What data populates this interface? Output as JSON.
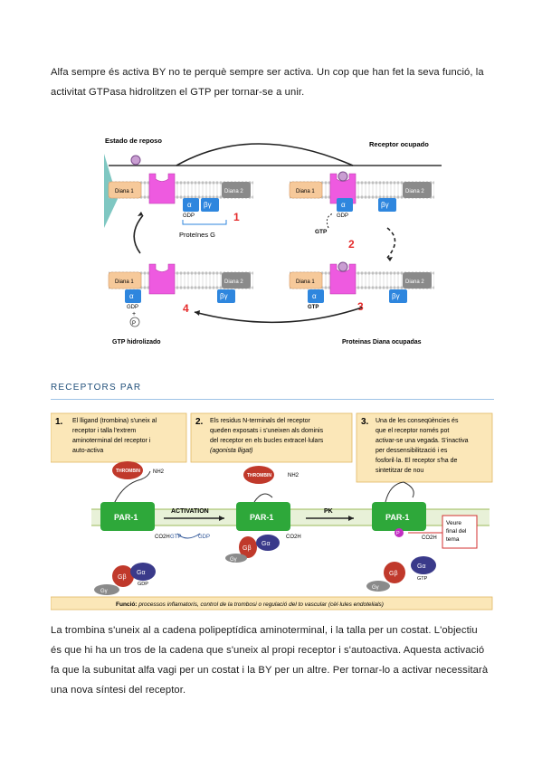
{
  "intro": {
    "line1": "Alfa sempre és activa BY no te perquè sempre ser activa. Un cop que han fet la seva funció, la",
    "line2": "activitat GTPasa hidrolitzen el GTP per tornar-se a unir."
  },
  "figure1": {
    "resting_label": "Estado de reposo",
    "occupied_label": "Receptor ocupado",
    "diana1": "Diana 1",
    "diana2": "Diana 2",
    "alpha": "α",
    "betagamma": "βγ",
    "gdp": "GDP",
    "gtp": "GTP",
    "plus": "+",
    "pi": "P",
    "gproteins": "Proteïnes G",
    "step1": "1",
    "step2": "2",
    "step3": "3",
    "step4": "4",
    "gtp_hydrolyzed": "GTP hidrolizado",
    "targets_occupied": "Proteinas Diana ocupadas"
  },
  "section_heading": "RECEPTORS PAR",
  "figure2": {
    "box1_num": "1.",
    "box1_lines": [
      "El lligand (trombina) s'uneix al",
      "receptor i talla l'extrem",
      "aminoterminal del receptor i",
      "auto-activa"
    ],
    "box2_num": "2.",
    "box2_lines": [
      "Els residus N-terminals del receptor",
      "queden exposats i s'uneixen als dominis",
      "del receptor en els bucles extracel·lulars",
      "(agonista lligat)"
    ],
    "box3_num": "3.",
    "box3_lines": [
      "Una de les conseqüències és",
      "que el receptor només pot",
      "activar-se una vegada. S'inactiva",
      "per dessensibilització i es",
      "fosforil·la. El receptor s'ha de",
      "sintetitzar de nou"
    ],
    "thrombin": "THROMBIN",
    "nh2": "NH2",
    "co2h": "CO2H",
    "par1": "PAR-1",
    "activation": "ACTIVATION",
    "gtp": "GTP",
    "gdp": "GDP",
    "pk": "PK",
    "galpha": "Gα",
    "gbeta": "Gβ",
    "ggamma": "Gγ",
    "phospho": "P",
    "note_lines": [
      "Veure",
      "final del",
      "tema"
    ],
    "function_bold": "Funció:",
    "function_text": " processos inflamatoris, control de la trombosi o regulació del to vascular (cèl·lules endotelials)"
  },
  "body": {
    "line1": "La trombina s'uneix al a cadena polipeptídica aminoterminal, i la talla per un costat. L'objectiu",
    "line2": "és que hi ha un tros de la cadena que s'uneix al propi receptor i s'autoactiva. Aquesta activació",
    "line3": "fa que la subunitat alfa vagi per un costat i la BY per un altre. Per tornar-lo a activar necessitarà",
    "line4": "una nova síntesi del receptor."
  }
}
